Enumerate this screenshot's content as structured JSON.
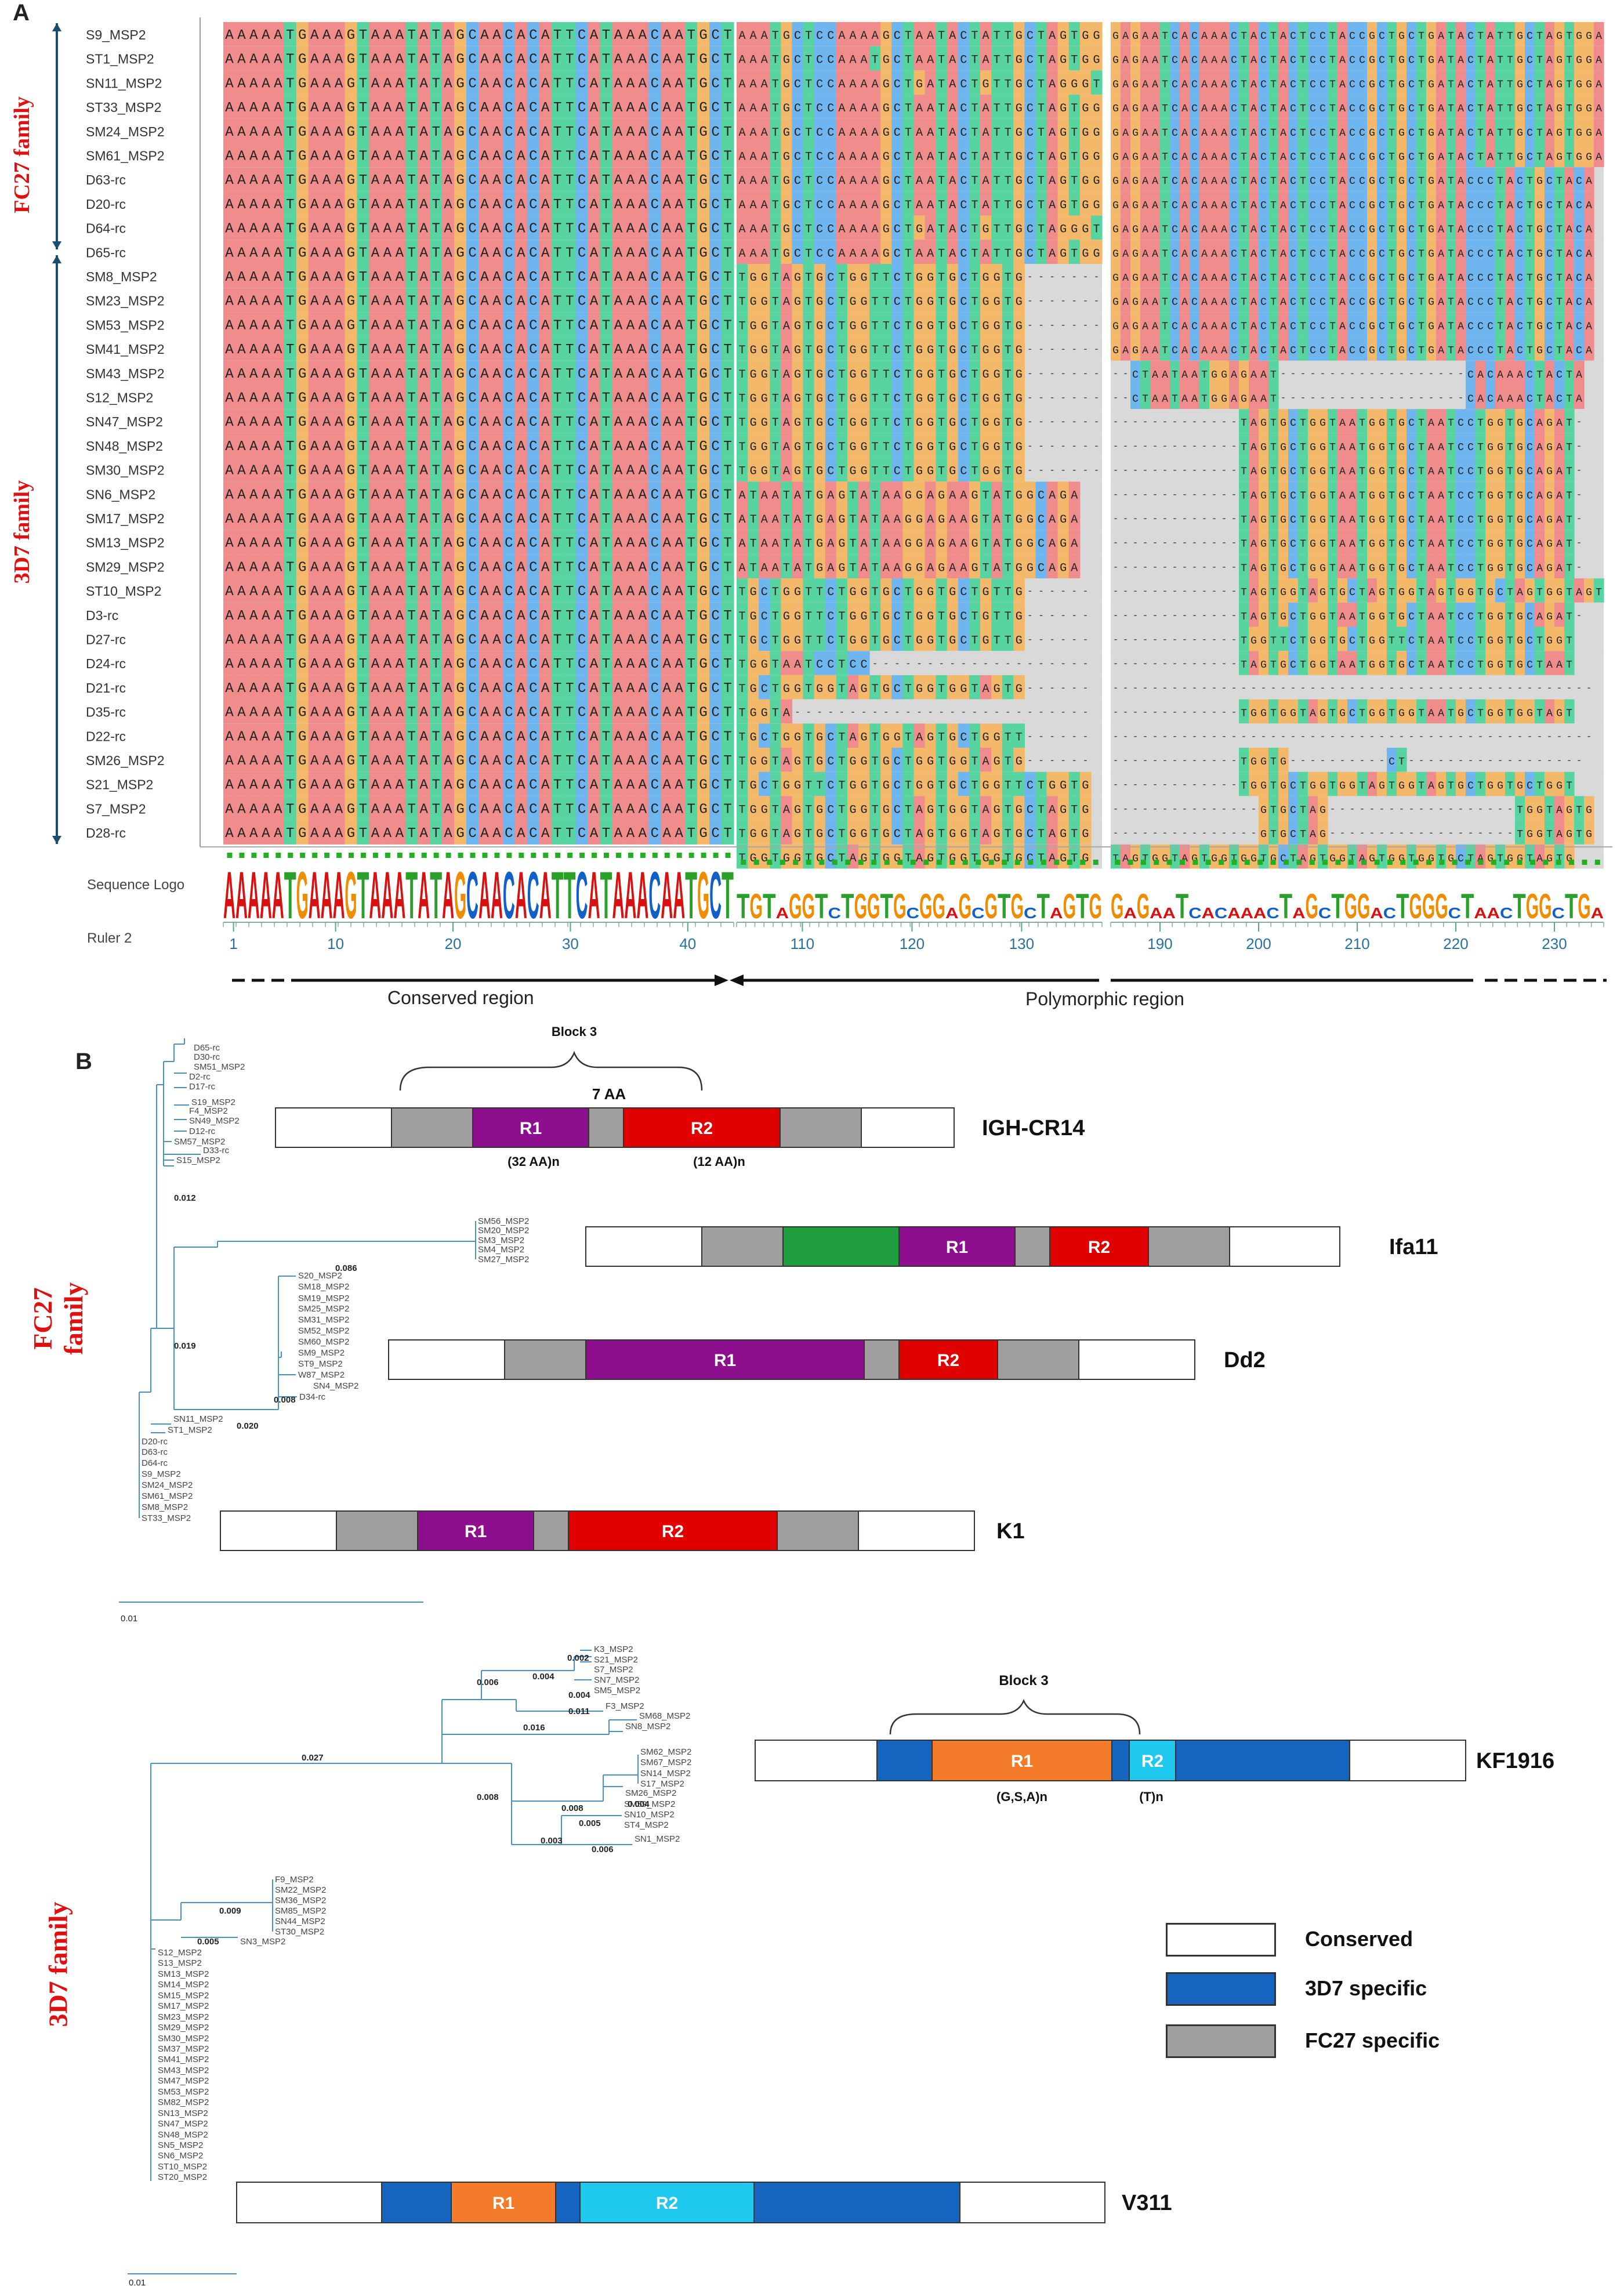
{
  "panel_a": {
    "label": "A",
    "family_labels": {
      "fc27": "FC27 family",
      "d7": "3D7 family"
    },
    "seq_names": [
      "S9_MSP2",
      "ST1_MSP2",
      "SN11_MSP2",
      "ST33_MSP2",
      "SM24_MSP2",
      "SM61_MSP2",
      "D63-rc",
      "D20-rc",
      "D64-rc",
      "D65-rc",
      "SM8_MSP2",
      "SM23_MSP2",
      "SM53_MSP2",
      "SM41_MSP2",
      "SM43_MSP2",
      "S12_MSP2",
      "SN47_MSP2",
      "SN48_MSP2",
      "SM30_MSP2",
      "SN6_MSP2",
      "SM17_MSP2",
      "SM13_MSP2",
      "SM29_MSP2",
      "ST10_MSP2",
      "D3-rc",
      "D27-rc",
      "D24-rc",
      "D21-rc",
      "D35-rc",
      "D22-rc",
      "SM26_MSP2",
      "S21_MSP2",
      "S7_MSP2",
      "D28-rc"
    ],
    "block1_seq": "AAAAATGAAAGTAAATATAGCAACACATTCATAAACAATGCT",
    "block2_seqs": [
      "AAATGCTCCAAAAGCTAATACTATTGCTAGTGG",
      "AAATGCTCCAAATGCTAATACTATTGCTAGTGG",
      "AAATGCTCCAAAAGCTGATACTGTTGCTAGGGT",
      "AAATGCTCCAAAAGCTAATACTATTGCTAGTGG",
      "AAATGCTCCAAAAGCTAATACTATTGCTAGTGG",
      "AAATGCTCCAAAAGCTAATACTATTGCTAGTGG",
      "AAATGCTCCAAAAGCTAATACTATTGCTAGTGG",
      "AAATGCTCCAAAAGCTAATACTATTGCTAGTGG",
      "AAATGCTCCAAAAGCTGATACTGTTGCTAGGGT",
      "AAATGCTCCAAAAGCTAATACTATTGCTAGTGG",
      "TGGTAGTGCTGGTTCTGGTGCTGGTG-------",
      "TGGTAGTGCTGGTTCTGGTGCTGGTG-------",
      "TGGTAGTGCTGGTTCTGGTGCTGGTG-------",
      "TGGTAGTGCTGGTTCTGGTGCTGGTG-------",
      "TGGTAGTGCTGGTTCTGGTGCTGGTG-------",
      "TGGTAGTGCTGGTTCTGGTGCTGGTG-------",
      "TGGTAGTGCTGGTTCTGGTGCTGGTG-------",
      "TGGTAGTGCTGGTTCTGGTGCTGGTG-------",
      "TGGTAGTGCTGGTTCTGGTGCTGGTG-------",
      "ATAATATGAGTATAAGGAGAAGTATGGCAGA",
      "ATAATATGAGTATAAGGAGAAGTATGGCAGA",
      "ATAATATGAGTATAAGGAGAAGTATGGCAGA",
      "ATAATATGAGTATAAGGAGAAGTATGGCAGA",
      "TGCTGGTTCTGGTGCTGGTGCTGTTG------",
      "TGCTGGTTCTGGTGCTGGTGCTGTTG------",
      "TGCTGGTTCTGGTGCTGGTGCTGTTG------",
      "TGGTAATCCTCC--------------------",
      "TGCTGGTGGTAGTGCTGGTGGTAGTG------",
      "TGGTA---------------------------",
      "TGCTGGTGCTAGTGGTAGTGCTGGTT------",
      "TGGTAGTGCTGGTGCTGGTGGTAGTG------",
      "TGCTGGTTCTGGTGCTGGTGCTGGTTCTGGTG",
      "TGGTAGTGCTGGTGCTAGTGGTAGTGCTAGTG",
      "TGGTAGTGCTGGTGCTAGTGGTAGTGCTAGTG",
      "TGGTGGTGCTAGTGGTAGTGGTGGTGCTAGTG"
    ],
    "block3_seqs": [
      "GAGAATCACAAACTACTACTCCTACCGCTGCTGATACTATTGCTAGTGGA",
      "GAGAATCACAAACTACTACTCCTACCGCTGCTGATACTATTGCTAGTGGA",
      "GAGAATCACAAACTACTACTCCTACCGCTGCTGATACTATTGCTAGTGGA",
      "GAGAATCACAAACTACTACTCCTACCGCTGCTGATACTATTGCTAGTGGA",
      "GAGAATCACAAACTACTACTCCTACCGCTGCTGATACTATTGCTAGTGGA",
      "GAGAATCACAAACTACTACTCCTACCGCTGCTGATACTATTGCTAGTGGA",
      "GAGAATCACAAACTACTACTCCTACCGCTGCTGATACCCTACTGCTACA",
      "GAGAATCACAAACTACTACTCCTACCGCTGCTGATACCCTACTGCTACA",
      "GAGAATCACAAACTACTACTCCTACCGCTGCTGATACCCTACTGCTACA",
      "GAGAATCACAAACTACTACTCCTACCGCTGCTGATACCCTACTGCTACA",
      "GAGAATCACAAACTACTACTCCTACCGCTGCTGATACCCTACTGCTACA",
      "GAGAATCACAAACTACTACTCCTACCGCTGCTGATACCCTACTGCTACA",
      "GAGAATCACAAACTACTACTCCTACCGCTGCTGATACCCTACTGCTACA",
      "GAGAATCACAAACTACTACTCCTACCGCTGCTGATACCCTACTGCTACA",
      "--CTAATAATGGAGAAT-------------------CACAAACTACTA",
      "--CTAATAATGGAGAAT-------------------CACAAACTACTA",
      "-------------TAGTGCTGGTAATGGTGCTAATCCTGGTGCAGAT-",
      "-------------TAGTGCTGGTAATGGTGCTAATCCTGGTGCAGAT-",
      "-------------TAGTGCTGGTAATGGTGCTAATCCTGGTGCAGAT-",
      "-------------TAGTGCTGGTAATGGTGCTAATCCTGGTGCAGAT-",
      "-------------TAGTGCTGGTAATGGTGCTAATCCTGGTGCAGAT-",
      "-------------TAGTGCTGGTAATGGTGCTAATCCTGGTGCAGAT-",
      "-------------TAGTGCTGGTAATGGTGCTAATCCTGGTGCAGAT-",
      "-------------TAGTGGTAGTGCTAGTGGTAGTGGTGCTAGTGGTAGT",
      "-------------TAGTGCTGGTAATGGTGCTAATCCTGGTGCAGAT-",
      "-------------TGGTTCTGGTGCTGGTTCTAATCCTGGTGCTGGT",
      "-------------TAGTGCTGGTAATGGTGCTAATCCTGGTGCTAAT",
      "-------------------------------------------------",
      "-------------TGGTGGTAGTGCTGGTGGTAATGCTGGTGGTAGT",
      "-------------------------------------------------",
      "-------------TGGTG----------CT------------------",
      "-------------TGGTGCTGGTGGTAGTGGTAGTGCTGGTGCTGGT",
      "---------------GTGCTAG-------------------TGGTAGTG",
      "---------------GTGCTAG-------------------TGGTAGTG",
      "TAGTGGTAGTGGTGGTGCTAGTGGTAGTGGTGGTGCTAGTGGTAGTG"
    ],
    "logo_row_label": "Sequence Logo",
    "ruler_row_label": "Ruler 2",
    "ruler_ticks": [
      {
        "label": "1",
        "block": 1,
        "pos": 0.02
      },
      {
        "label": "10",
        "block": 1,
        "pos": 0.22
      },
      {
        "label": "20",
        "block": 1,
        "pos": 0.45
      },
      {
        "label": "30",
        "block": 1,
        "pos": 0.68
      },
      {
        "label": "40",
        "block": 1,
        "pos": 0.91
      },
      {
        "label": "110",
        "block": 2,
        "pos": 0.18
      },
      {
        "label": "120",
        "block": 2,
        "pos": 0.48
      },
      {
        "label": "130",
        "block": 2,
        "pos": 0.78
      },
      {
        "label": "190",
        "block": 3,
        "pos": 0.1
      },
      {
        "label": "200",
        "block": 3,
        "pos": 0.3
      },
      {
        "label": "210",
        "block": 3,
        "pos": 0.5
      },
      {
        "label": "220",
        "block": 3,
        "pos": 0.7
      },
      {
        "label": "230",
        "block": 3,
        "pos": 0.9
      }
    ],
    "region_conserved": "Conserved region",
    "region_polymorphic": "Polymorphic region"
  },
  "panel_b": {
    "label": "B",
    "family_labels": {
      "fc27": "FC27 family",
      "d7": "3D7 family"
    },
    "block3_label": "Block 3",
    "fc27_tree": {
      "tips": [
        "D65-rc",
        "D30-rc",
        "SM51_MSP2",
        "D2-rc",
        "D17-rc",
        "S19_MSP2",
        "F4_MSP2",
        "SN49_MSP2",
        "D12-rc",
        "SM57_MSP2",
        "D33-rc",
        "S15_MSP2",
        "SM56_MSP2",
        "SM20_MSP2",
        "SM3_MSP2",
        "SM4_MSP2",
        "SM27_MSP2",
        "S20_MSP2",
        "SM18_MSP2",
        "SM19_MSP2",
        "SM25_MSP2",
        "SM31_MSP2",
        "SM52_MSP2",
        "SM60_MSP2",
        "SM9_MSP2",
        "ST9_MSP2",
        "W87_MSP2",
        "SN4_MSP2",
        "D34-rc",
        "SN11_MSP2",
        "ST1_MSP2",
        "D20-rc",
        "D63-rc",
        "D64-rc",
        "S9_MSP2",
        "SM24_MSP2",
        "SM61_MSP2",
        "SM8_MSP2",
        "ST33_MSP2"
      ],
      "branch_labels": [
        "0.012",
        "0.086",
        "0.019",
        "0.008",
        "0.020"
      ],
      "scale": "0.01"
    },
    "d7_tree": {
      "tips": [
        "K3_MSP2",
        "S21_MSP2",
        "S7_MSP2",
        "SN7_MSP2",
        "SM5_MSP2",
        "F3_MSP2",
        "SM68_MSP2",
        "SN8_MSP2",
        "SM62_MSP2",
        "SM67_MSP2",
        "SN14_MSP2",
        "S17_MSP2",
        "SM26_MSP2",
        "SM59_MSP2",
        "SN10_MSP2",
        "ST4_MSP2",
        "SN1_MSP2",
        "F9_MSP2",
        "SM22_MSP2",
        "SM36_MSP2",
        "SM85_MSP2",
        "SN44_MSP2",
        "ST30_MSP2",
        "SN3_MSP2",
        "S12_MSP2",
        "S13_MSP2",
        "SM13_MSP2",
        "SM14_MSP2",
        "SM15_MSP2",
        "SM17_MSP2",
        "SM23_MSP2",
        "SM29_MSP2",
        "SM30_MSP2",
        "SM37_MSP2",
        "SM41_MSP2",
        "SM43_MSP2",
        "SM47_MSP2",
        "SM53_MSP2",
        "SM82_MSP2",
        "SN13_MSP2",
        "SN47_MSP2",
        "SN48_MSP2",
        "SN5_MSP2",
        "SN6_MSP2",
        "ST10_MSP2",
        "ST20_MSP2"
      ],
      "branch_labels": [
        "0.002",
        "0.004",
        "0.006",
        "0.004",
        "0.011",
        "0.016",
        "0.027",
        "0.008",
        "0.004",
        "0.008",
        "0.005",
        "0.003",
        "0.006",
        "0.009",
        "0.005"
      ],
      "scale": "0.01"
    },
    "schematics": [
      {
        "name": "IGH-CR14",
        "annotations": {
          "top": "7 AA",
          "r1_below": "(32 AA)n",
          "r2_below": "(12 AA)n"
        }
      },
      {
        "name": "Ifa11"
      },
      {
        "name": "Dd2"
      },
      {
        "name": "K1"
      },
      {
        "name": "KF1916",
        "annotations": {
          "r1_below": "(G,S,A)n",
          "r2_below": "(T)n"
        }
      },
      {
        "name": "V311"
      }
    ],
    "segment_labels": {
      "r1": "R1",
      "r2": "R2"
    },
    "legend": [
      {
        "label": "Conserved",
        "color": "#ffffff"
      },
      {
        "label": "3D7 specific",
        "color": "#1565c0"
      },
      {
        "label": "FC27 specific",
        "color": "#a09e9e"
      }
    ]
  },
  "colors": {
    "A": "#f08c8c",
    "T": "#58d4a0",
    "G": "#f4b86a",
    "C": "#6fb6f0",
    "r1_fc27": "#8e0f8e",
    "r2": "#e00000",
    "green": "#1f9e3e",
    "r1_3d7": "#f47b2a",
    "r2_3d7": "#1ec8ee",
    "blue_3d7": "#1565c0",
    "gray": "#a09e9e",
    "tree": "#4a90c8",
    "family_red": "#e01010"
  }
}
